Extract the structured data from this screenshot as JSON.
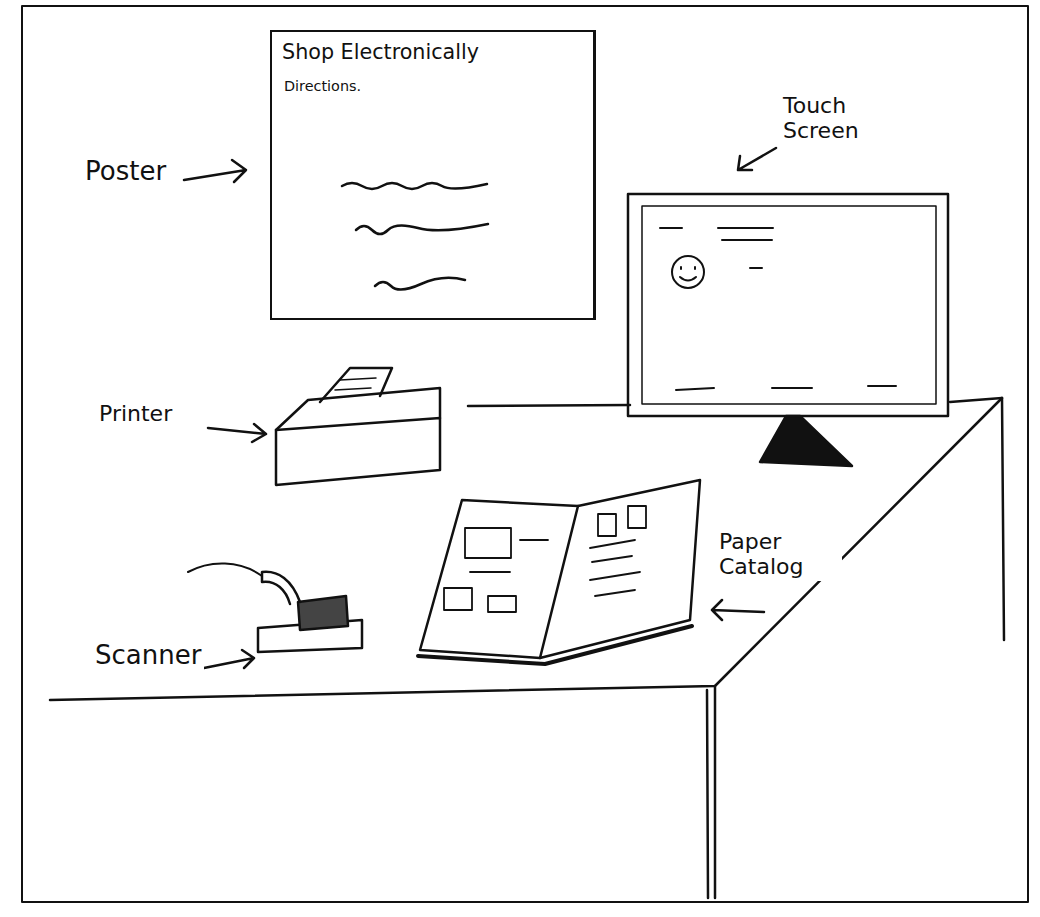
{
  "diagram": {
    "nodes": [
      {
        "text": [
          "Shop Electronically",
          "Directions."
        ]
      }
    ],
    "labels": [
      "Poster",
      "Touch Screen",
      "Printer",
      "Scanner",
      "Paper Catalog"
    ]
  }
}
